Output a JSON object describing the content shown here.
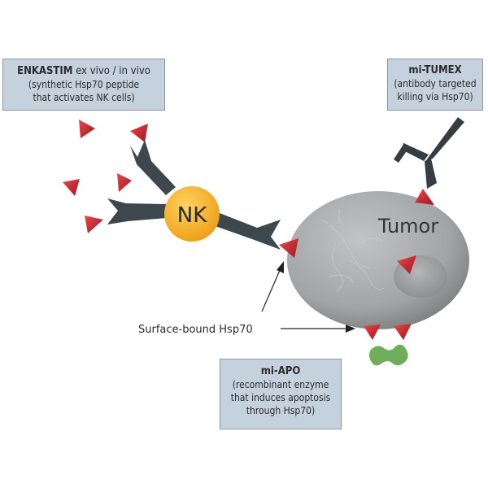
{
  "enkastim": {
    "title_bold": "ENKASTIM",
    "title_rest": " ex vivo / in vivo",
    "desc_line1": "(synthetic Hsp70 peptide",
    "desc_line2": "that activates NK cells)"
  },
  "mi_tumex": {
    "title": "mi-TUMEX",
    "desc_line1": "(antibody targeted",
    "desc_line2": "killing via Hsp70)"
  },
  "mi_apo": {
    "title": "mi-APO",
    "desc_line1": "(recombinant enzyme",
    "desc_line2": "that induces apoptosis",
    "desc_line3": "through Hsp70)"
  },
  "nk_label": "NK",
  "tumor_label": "Tumor",
  "surface_label": "Surface-bound Hsp70",
  "colors": {
    "hsp70": "#c8252b",
    "nk_cell": "#f6b42a",
    "receptor": "#3d474e",
    "tumor": "#a3a5a7",
    "enzyme": "#6fae5c",
    "box_fill": "#c5d2dd"
  }
}
